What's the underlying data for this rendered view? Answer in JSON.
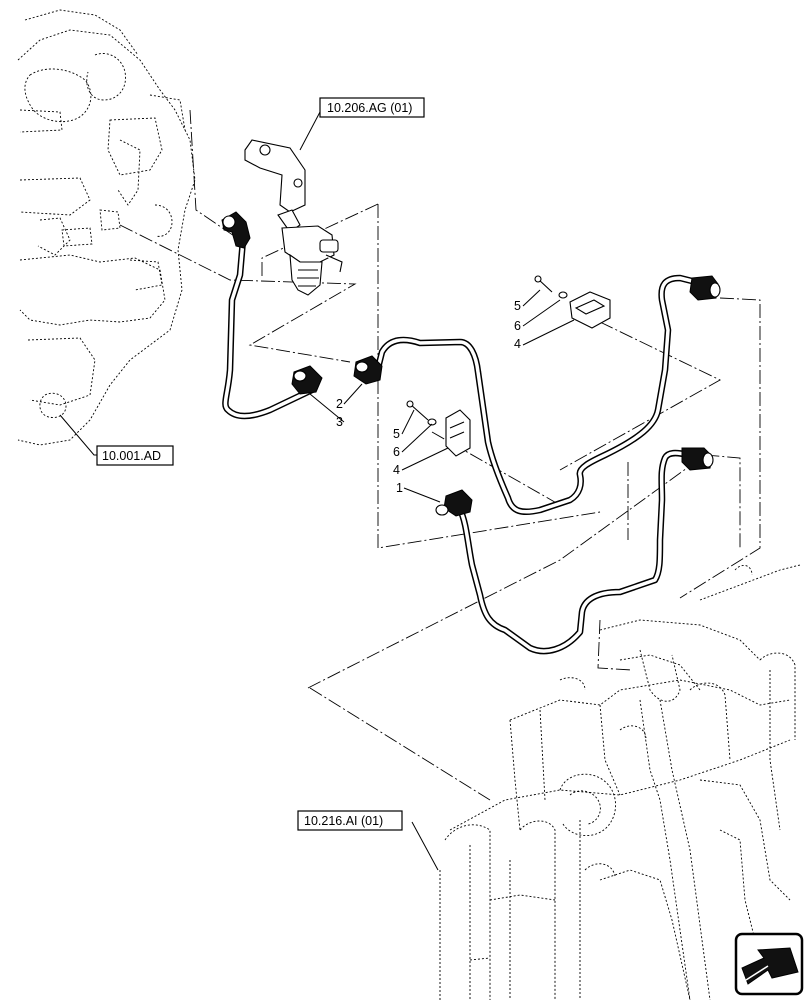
{
  "references": [
    {
      "id": "ref-10-206-ag",
      "text": "10.206.AG (01)"
    },
    {
      "id": "ref-10-001-ad",
      "text": "10.001.AD"
    },
    {
      "id": "ref-10-216-ai",
      "text": "10.216.AI (01)"
    }
  ],
  "callouts": {
    "upper_right_clip": {
      "bolt": "5",
      "washer": "6",
      "clip": "4"
    },
    "middle_clip": {
      "bolt": "5",
      "washer": "6",
      "clip": "4"
    },
    "elbow_lower": "1",
    "elbow_upper": "2",
    "fitting_left": "3"
  },
  "nav": {
    "icon": "arrow-down-left-icon"
  }
}
